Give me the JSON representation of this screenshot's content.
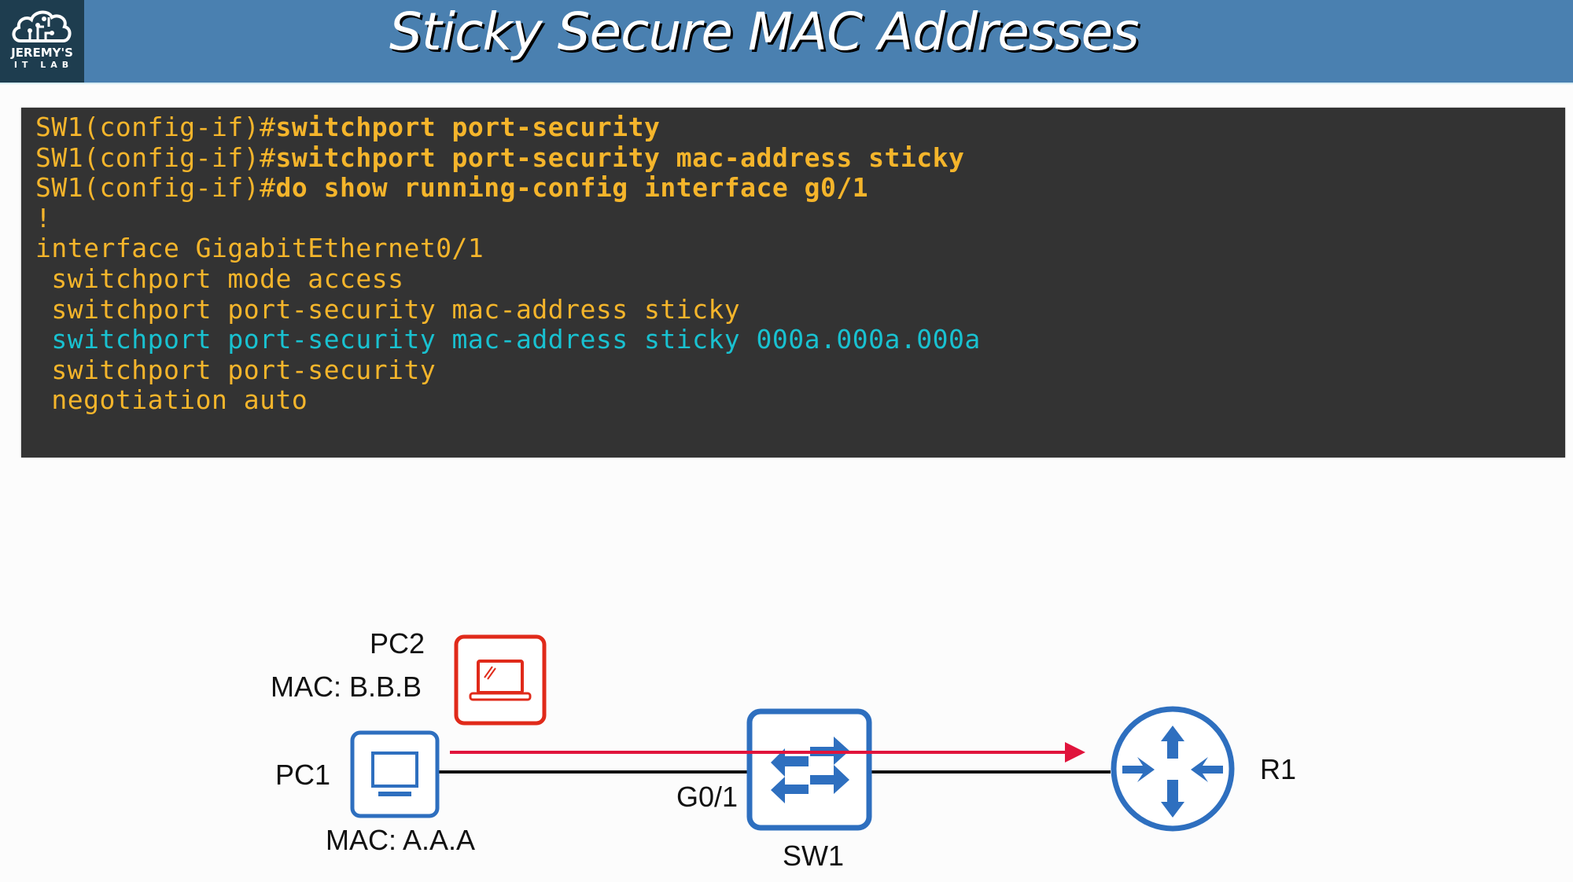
{
  "header": {
    "title": "Sticky Secure MAC Addresses",
    "logo": {
      "line1": "JEREMY'S",
      "line2": "IT LAB",
      "icon": "cloud-circuit-icon"
    }
  },
  "terminal": {
    "prompt": "SW1(config-if)#",
    "commands": [
      "switchport port-security",
      "switchport port-security mac-address sticky",
      "do show running-config interface g0/1"
    ],
    "output": [
      {
        "text": "!",
        "highlight": false
      },
      {
        "text": "interface GigabitEthernet0/1",
        "highlight": false
      },
      {
        "text": " switchport mode access",
        "highlight": false
      },
      {
        "text": " switchport port-security mac-address sticky",
        "highlight": false
      },
      {
        "text": " switchport port-security mac-address sticky 000a.000a.000a",
        "highlight": true
      },
      {
        "text": " switchport port-security",
        "highlight": false
      },
      {
        "text": " negotiation auto",
        "highlight": false
      }
    ],
    "colors": {
      "text": "#f5b52b",
      "highlight": "#19c1d0",
      "background": "#333333"
    }
  },
  "diagram": {
    "pc2": {
      "name": "PC2",
      "mac": "MAC: B.B.B",
      "icon": "laptop-icon",
      "color": "#e02a1a"
    },
    "pc1": {
      "name": "PC1",
      "mac": "MAC: A.A.A",
      "icon": "desktop-icon",
      "color": "#2e6fbf"
    },
    "sw1": {
      "name": "SW1",
      "port": "G0/1",
      "icon": "switch-icon",
      "color": "#2e6fbf"
    },
    "r1": {
      "name": "R1",
      "icon": "router-icon",
      "color": "#2e6fbf"
    },
    "frame_arrow": {
      "color": "#e0143c",
      "from": "PC1",
      "to": "R1"
    }
  }
}
